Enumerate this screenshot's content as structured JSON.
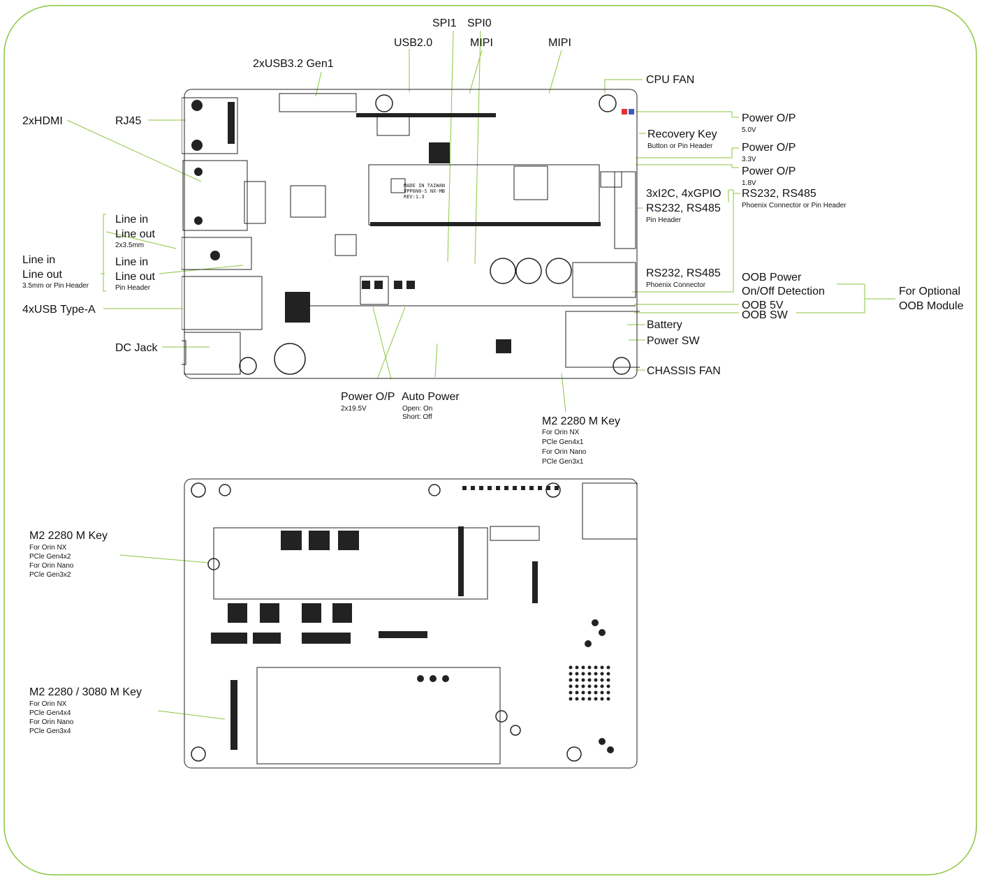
{
  "colors": {
    "frame": "#8cc63f",
    "leader": "#8cc63f",
    "board": "#222222",
    "accent_red": "#e03030",
    "accent_blue": "#3a57c7"
  },
  "top_board": {
    "silkscreen": [
      "MADE IN TAIWAN",
      "VPP6N0-S NX-MB",
      "REV:1.3"
    ],
    "labels": {
      "hdmi": "2xHDMI",
      "rj45": "RJ45",
      "usb32": "2xUSB3.2 Gen1",
      "usb20": "USB2.0",
      "spi1": "SPI1",
      "spi0": "SPI0",
      "mipi1": "MIPI",
      "mipi2": "MIPI",
      "cpu_fan": "CPU FAN",
      "pwr5": "Power O/P",
      "pwr5_sub": "5.0V",
      "recovery": "Recovery Key",
      "recovery_sub": "Button or Pin Header",
      "pwr33": "Power O/P",
      "pwr33_sub": "3.3V",
      "pwr18": "Power O/P",
      "pwr18_sub": "1.8V",
      "i2c_gpio": "3xI2C, 4xGPIO",
      "rs_right": "RS232, RS485",
      "rs_right_sub": "Phoenix Connector or Pin Header",
      "rs_pin": "RS232, RS485",
      "rs_pin_sub": "Pin Header",
      "rs_phoenix": "RS232, RS485",
      "rs_phoenix_sub": "Phoenix Connector",
      "oob_power": "OOB Power",
      "oob_detect": "On/Off Detection",
      "oob_5v": "OOB 5V",
      "oob_sw": "OOB SW",
      "optional_1": "For Optional",
      "optional_2": "OOB Module",
      "battery": "Battery",
      "power_sw": "Power SW",
      "chassis_fan": "CHASSIS FAN",
      "line_in_a": "Line in",
      "line_out_a": "Line out",
      "audio_a_sub": "2x3.5mm",
      "line_in_b": "Line in",
      "line_out_b": "Line out",
      "audio_b_sub": "Pin Header",
      "line_in_c": "Line in",
      "line_out_c": "Line out",
      "audio_c_sub": "3.5mm or Pin Header",
      "usb_a": "4xUSB Type-A",
      "dc_jack": "DC Jack",
      "pwr_195": "Power O/P",
      "pwr_195_sub": "2x19.5V",
      "auto_power": "Auto Power",
      "auto_open": "Open: On",
      "auto_short": "Short: Off",
      "m2_top": "M2 2280 M Key",
      "m2_top_sub": [
        "For Orin NX",
        "PCle Gen4x1",
        "For Orin Nano",
        "PCle Gen3x1"
      ]
    }
  },
  "bottom_board": {
    "labels": {
      "m2_a": "M2 2280 M Key",
      "m2_a_sub": [
        "For Orin NX",
        "PCle Gen4x2",
        "For Orin Nano",
        "PCle Gen3x2"
      ],
      "m2_b": "M2 2280 / 3080 M Key",
      "m2_b_sub": [
        "For Orin NX",
        "PCle Gen4x4",
        "For Orin Nano",
        "PCle Gen3x4"
      ]
    }
  }
}
